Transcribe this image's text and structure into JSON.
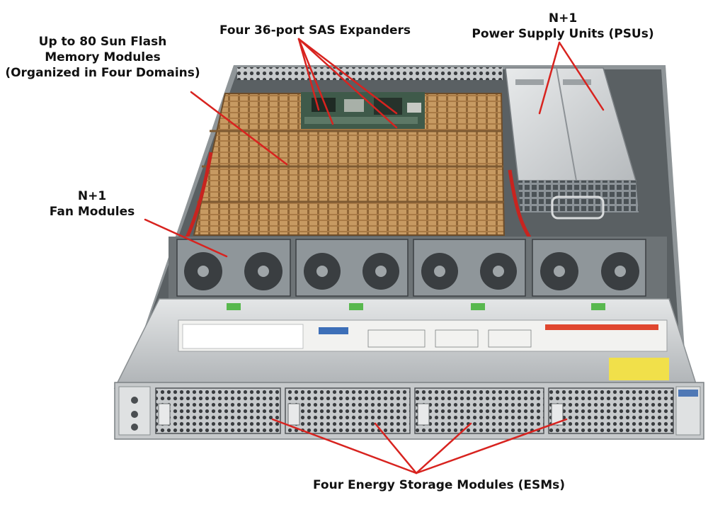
{
  "labels": {
    "memory": [
      "Up to 80 Sun Flash",
      "Memory Modules",
      "(Organized in Four Domains)"
    ],
    "sas": [
      "Four 36-port SAS Expanders"
    ],
    "psu": [
      "N+1",
      "Power Supply Units (PSUs)"
    ],
    "fan": [
      "N+1",
      "Fan Modules"
    ],
    "esm": [
      "Four Energy Storage Modules (ESMs)"
    ]
  },
  "colors": {
    "leader_line": "#d8231f",
    "chassis": "#b9bdc0",
    "memory_module": "#c79a62",
    "background": "#ffffff"
  }
}
